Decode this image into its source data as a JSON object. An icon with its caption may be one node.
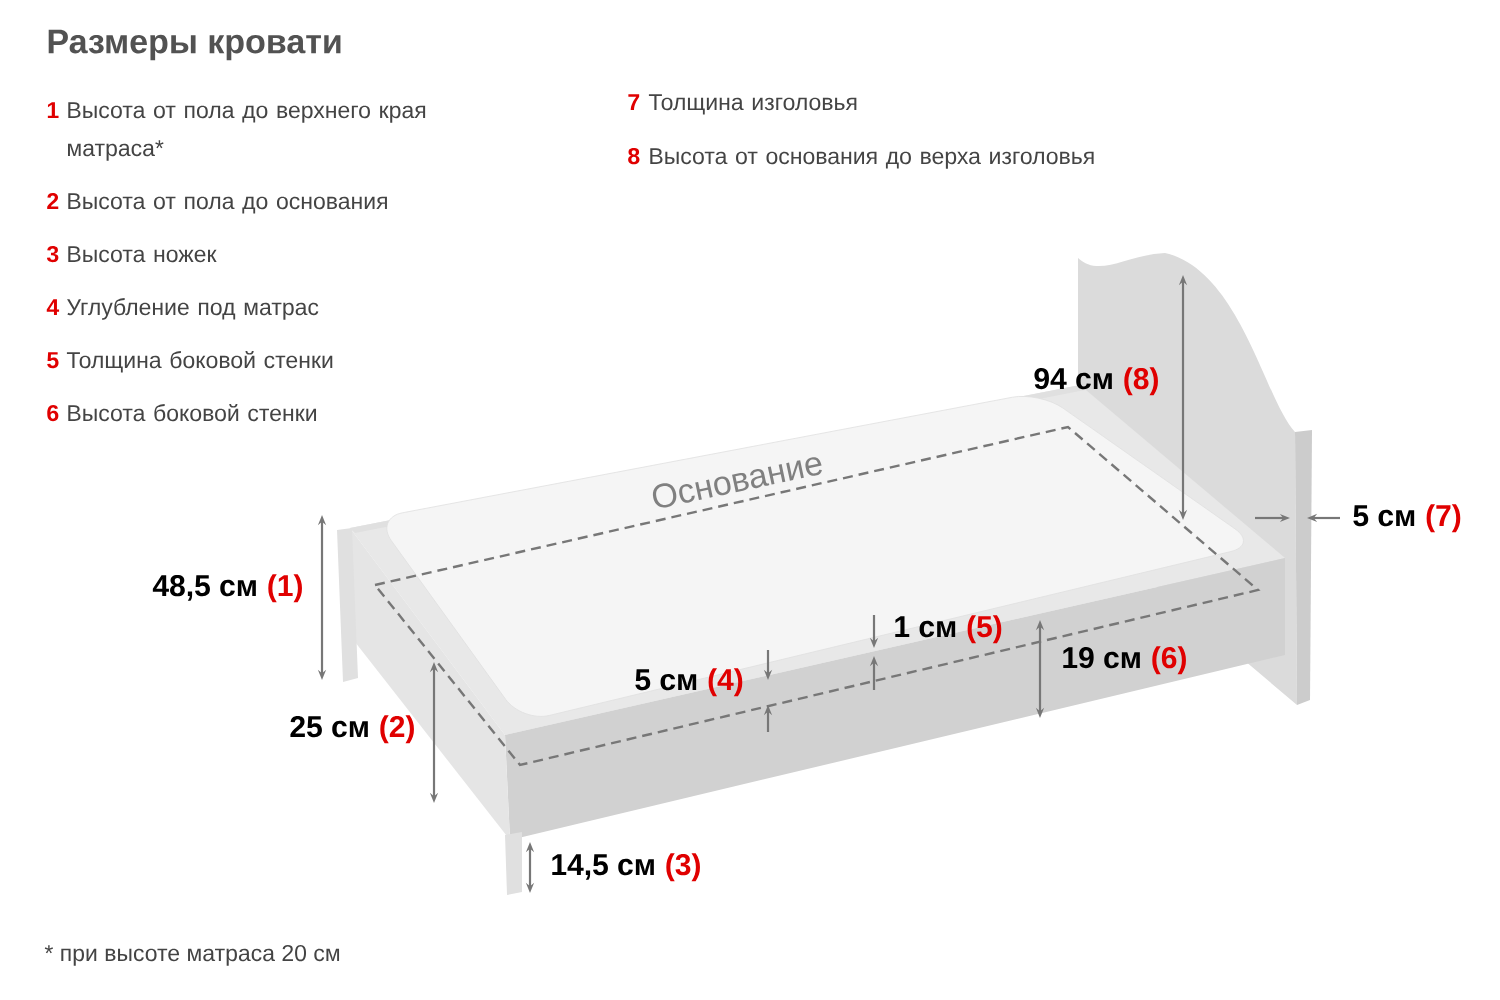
{
  "diagram": {
    "title": "Размеры кровати",
    "caption": "* при высоте матраса 20 см",
    "labels": [
      "1",
      "Высота от пола до верхнего края матраса*",
      "2",
      "Высота от пола до основания",
      "3",
      "Высота ножек",
      "4",
      "Углубление под матрас",
      "5",
      "Толщина боковой стенки",
      "6",
      "Высота боковой стенки",
      "7",
      "Толщина изголовья",
      "8",
      "Высота от основания до верха изголовья",
      "94 см",
      "(8)",
      "Основание",
      "5 см",
      "(7)",
      "48,5 см",
      "(1)",
      "1 см",
      "(5)",
      "19 см",
      "(6)",
      "5 см",
      "(4)",
      "25 см",
      "(2)",
      "14,5 см",
      "(3)"
    ]
  }
}
